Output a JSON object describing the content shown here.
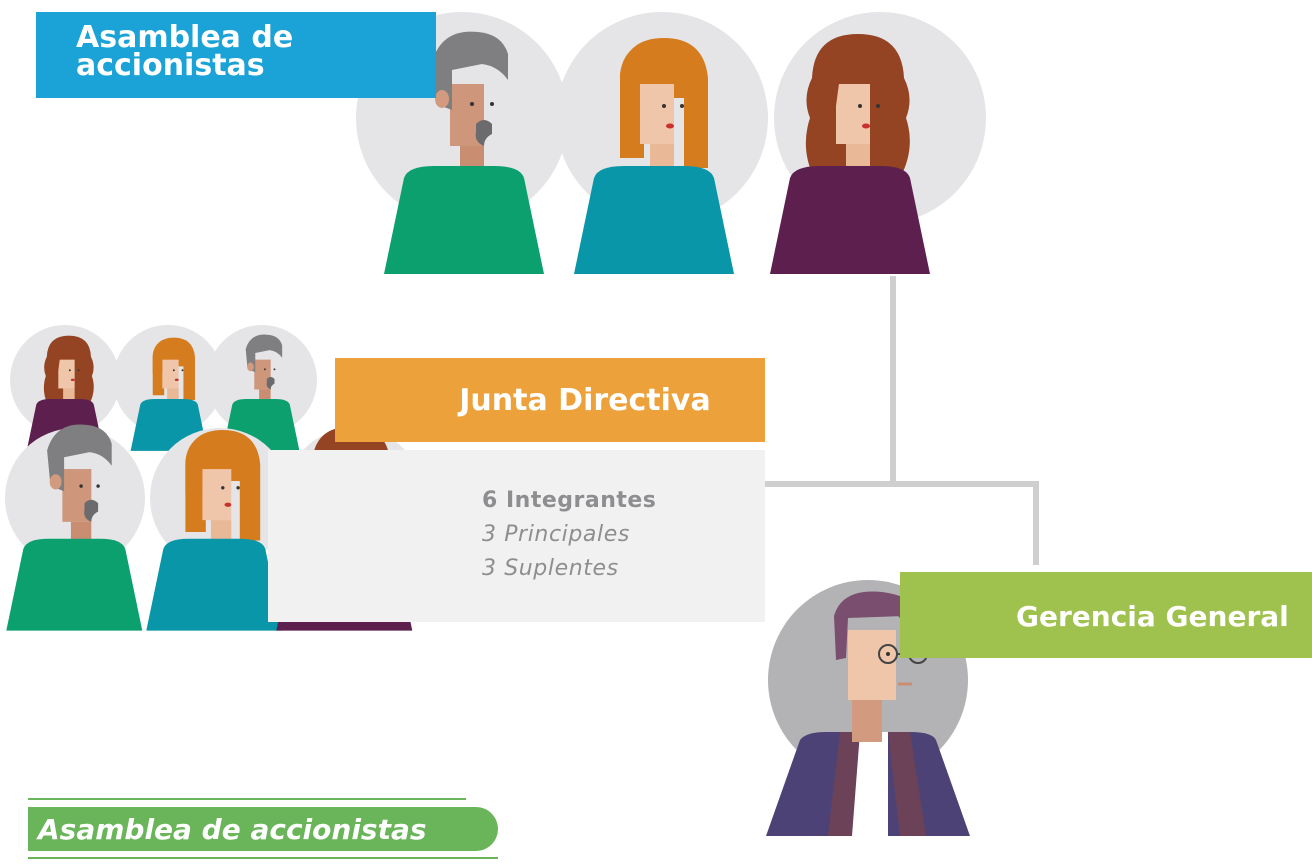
{
  "assembly": {
    "title": "Asamblea de\naccionistas"
  },
  "board": {
    "title": "Junta Directiva",
    "members": "6 Integrantes",
    "principals": "3 Principales",
    "alternates": "3 Suplentes"
  },
  "management": {
    "title": "Gerencia General"
  },
  "footer": {
    "label": "Asamblea de accionistas"
  },
  "colors": {
    "assembly": "#1ba2d6",
    "board": "#eda13b",
    "management": "#9fc14d",
    "footer": "#6ab55a",
    "connector": "#cfcfcf"
  }
}
